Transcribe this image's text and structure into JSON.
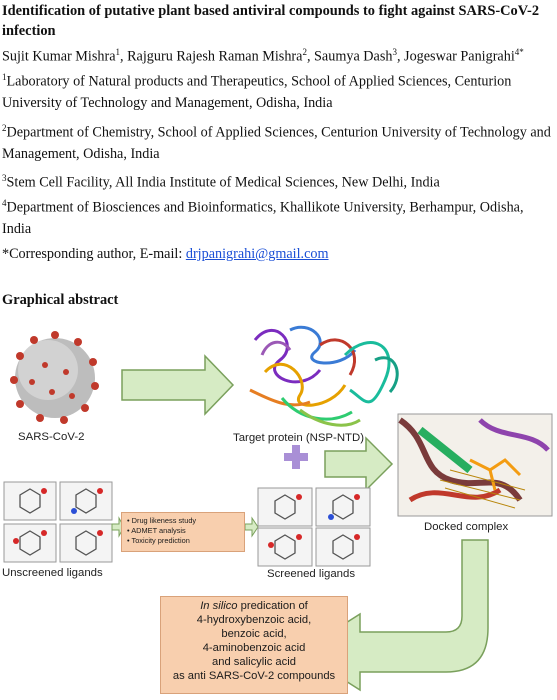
{
  "title": {
    "line1": "Identification of putative plant based antiviral compounds to fight against SARS-CoV-2",
    "line2": "infection"
  },
  "authors": {
    "a1": "Sujit Kumar Mishra",
    "a1_sup": "1",
    "a2": ", Rajguru Rajesh Raman Mishra",
    "a2_sup": "2",
    "a3": ", Saumya Dash",
    "a3_sup": "3",
    "a4": ", Jogeswar Panigrahi",
    "a4_sup": "4*"
  },
  "affiliations": [
    {
      "sup": "1",
      "line1": "Laboratory of Natural products and Therapeutics, School of Applied Sciences, Centurion",
      "line2": "University of Technology and Management, Odisha, India"
    },
    {
      "sup": "2",
      "line1": "Department of Chemistry, School of Applied Sciences, Centurion University of Technology and",
      "line2": "Management, Odisha, India"
    },
    {
      "sup": "3",
      "line1": "Stem Cell Facility, All India Institute of Medical Sciences, New Delhi, India"
    },
    {
      "sup": "4",
      "line1": "Department of Biosciences and Bioinformatics, Khallikote University, Berhampur, Odisha,",
      "line2": "India"
    }
  ],
  "corresponding": {
    "prefix": "*Corresponding author, E-mail: ",
    "email": "drjpanigrahi@gmail.com"
  },
  "graphical_abstract": {
    "heading": "Graphical abstract",
    "virus_label": "SARS-CoV-2",
    "protein_label": "Target protein (NSP-NTD)",
    "docked_label": "Docked complex",
    "unscreened_label": "Unscreened ligands",
    "screened_label": "Screened ligands",
    "steps": [
      "• Drug likeness study",
      "• ADMET  analysis",
      "• Toxicity prediction"
    ],
    "conclusion": {
      "line1_italic": "In silico",
      "line1_rest": " predication of",
      "line2": "4-hydroxybenzoic acid,",
      "line3": "benzoic acid,",
      "line4": "4-aminobenzoic acid",
      "line5": "and salicylic acid",
      "line6": "as anti SARS-CoV-2  compounds"
    },
    "colors": {
      "arrow_fill": "#d6ebc4",
      "arrow_stroke": "#7aa05c",
      "box_fill": "#f8cfae",
      "plus": "#a98fd6",
      "virus": "#b9b9b9",
      "spikes": "#c0392b"
    }
  }
}
